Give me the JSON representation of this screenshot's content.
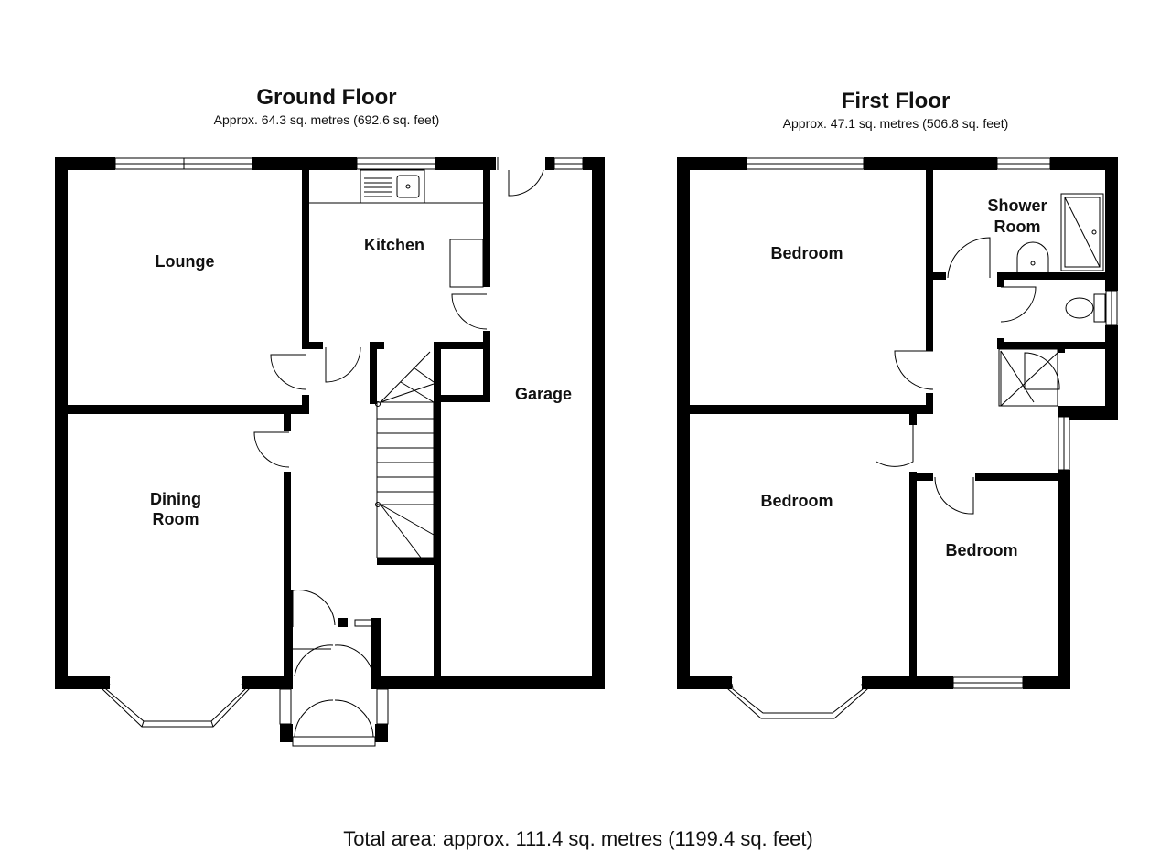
{
  "ground_floor": {
    "title": "Ground Floor",
    "area": "Approx. 64.3 sq. metres (692.6 sq. feet)",
    "rooms": {
      "lounge": "Lounge",
      "kitchen": "Kitchen",
      "garage": "Garage",
      "dining_line1": "Dining",
      "dining_line2": "Room"
    }
  },
  "first_floor": {
    "title": "First Floor",
    "area": "Approx. 47.1 sq. metres (506.8 sq. feet)",
    "rooms": {
      "bedroom_1": "Bedroom",
      "bedroom_2": "Bedroom",
      "bedroom_3": "Bedroom",
      "shower_line1": "Shower",
      "shower_line2": "Room"
    }
  },
  "total_area": "Total area: approx. 111.4 sq. metres (1199.4 sq. feet)"
}
